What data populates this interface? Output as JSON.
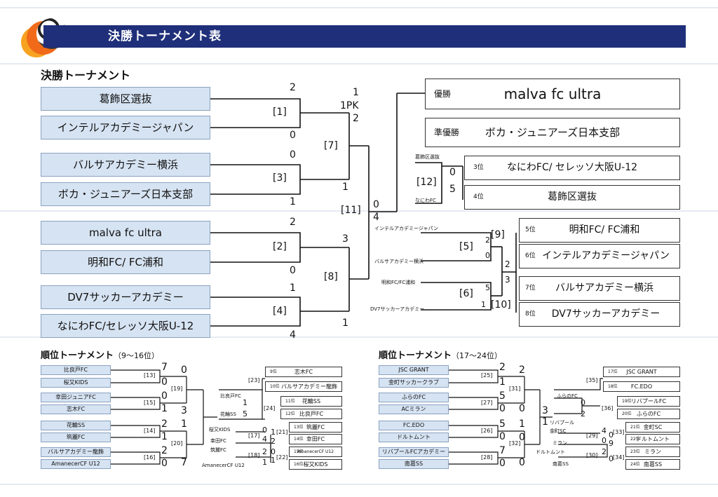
{
  "page": {
    "banner_title": "決勝トーナメント表"
  },
  "main": {
    "title": "決勝トーナメント",
    "teams": [
      "葛飾区選抜",
      "インテルアカデミージャパン",
      "バルサアカデミー横浜",
      "ボカ・ジュニアーズ日本支部",
      "malva fc ultra",
      "明和FC/ FC浦和",
      "DV7サッカーアカデミー",
      "なにわFC/セレッソ大阪U-12"
    ],
    "matches": [
      "[1]",
      "[3]",
      "[2]",
      "[4]",
      "[7]",
      "[8]",
      "[11]",
      "[12]",
      "[5]",
      "[6]",
      "[9]",
      "[10]"
    ],
    "scores": {
      "m1_top": "2",
      "m1_bot": "0",
      "m3_top": "0",
      "m3_bot": "1",
      "m2_top": "2",
      "m2_bot": "0",
      "m4_top": "1",
      "m4_bot": "4",
      "m7_top": "1",
      "m7_pk": "1PK",
      "m7_pk2": "2",
      "m7_bot": "1",
      "m8_top": "3",
      "m8_bot": "1",
      "m11_top": "0",
      "m11_bot": "4",
      "m12_top": "0",
      "m12_bot": "5",
      "m5_top": "2",
      "m5_bot": "0",
      "m6_top": "5",
      "m6_bot": "1",
      "m9_10_top": "2",
      "m9_10_bot": "3"
    },
    "loser_labels": {
      "m12_top": "葛飾区選抜",
      "m12_bot": "なにわFC",
      "m5_top": "インテルアカデミージャパン",
      "m5_bot": "バルサアカデミー横浜",
      "m6_top": "明和FC/FC浦和",
      "m6_bot": "DV7サッカーアカデミー"
    },
    "results": [
      {
        "rank": "優勝",
        "name": "malva fc ultra"
      },
      {
        "rank": "準優勝",
        "name": "ボカ・ジュニアーズ日本支部"
      },
      {
        "rank": "3位",
        "name": "なにわFC/ セレッソ大阪U-12"
      },
      {
        "rank": "4位",
        "name": "葛飾区選抜"
      },
      {
        "rank": "5位",
        "name": "明和FC/ FC浦和"
      },
      {
        "rank": "6位",
        "name": "インテルアカデミージャパン"
      },
      {
        "rank": "7位",
        "name": "バルサアカデミー横浜"
      },
      {
        "rank": "8位",
        "name": "DV7サッカーアカデミー"
      }
    ]
  },
  "left": {
    "title": "順位トーナメント",
    "subtitle": "（9〜16位）",
    "teams": [
      "比良戸FC",
      "桜又KIDS",
      "幸田ジュニアFC",
      "志木FC",
      "花輪SS",
      "筑麗FC",
      "バルサアカデミー龍飾",
      "AmanecerCF U12"
    ],
    "matches": [
      "[13]",
      "[15]",
      "[14]",
      "[16]",
      "[19]",
      "[20]",
      "[23]",
      "[24]",
      "[21]",
      "[17]",
      "[22]",
      "[18]"
    ],
    "scores": {
      "a": "7",
      "b": "0",
      "c": "0",
      "d": "1",
      "e": "2",
      "f": "1",
      "g": "2",
      "h": "0",
      "i": "0",
      "j": "3",
      "k": "1",
      "l": "7",
      "m": "1",
      "n": "5",
      "o": "0",
      "p": "4",
      "q": "1",
      "r": "2",
      "s": "2",
      "t": "0",
      "u": "1",
      "v": "1"
    },
    "labels": [
      "比良戸FC",
      "花輪SS",
      "桜又KIDS",
      "幸田FC",
      "筑麗FC",
      "AmanecerCF U12"
    ],
    "results": [
      {
        "rank": "9位",
        "name": "志木FC"
      },
      {
        "rank": "10位",
        "name": "バルサアカデミー龍飾"
      },
      {
        "rank": "11位",
        "name": "花輪SS"
      },
      {
        "rank": "12位",
        "name": "比良戸FC"
      },
      {
        "rank": "13位",
        "name": "筑麗FC"
      },
      {
        "rank": "14位",
        "name": "幸田FC"
      },
      {
        "rank": "15位",
        "name": "AmanecerCF U12"
      },
      {
        "rank": "16位",
        "name": "桜又KIDS"
      }
    ]
  },
  "right": {
    "title": "順位トーナメント",
    "subtitle": "（17〜24位）",
    "teams": [
      "JSC GRANT",
      "金町サッカークラブ",
      "ふらのFC",
      "ACミラン",
      "FC.EDO",
      "ドルトムント",
      "リバプールFCアカデミー",
      "南葛SS"
    ],
    "matches": [
      "[25]",
      "[27]",
      "[26]",
      "[28]",
      "[31]",
      "[32]",
      "[35]",
      "[36]",
      "[33]",
      "[29]",
      "[34]",
      "[30]"
    ],
    "scores": {
      "a": "2",
      "b": "2",
      "c": "1",
      "d": "5",
      "e": "0",
      "f": "0",
      "g": "0",
      "h": "5",
      "i": "1",
      "j": "0",
      "k": "7",
      "l": "0",
      "m": "0",
      "n": "3",
      "o": "1",
      "p": "0",
      "q": "2",
      "r": "4",
      "s": "0",
      "t": "0",
      "u": "9",
      "v": "2",
      "w": "0"
    },
    "labels": [
      "ふらのFC",
      "リバプール",
      "金町SC",
      "ミラン",
      "ドルトムント",
      "南葛SS"
    ],
    "results": [
      {
        "rank": "17位",
        "name": "JSC GRANT"
      },
      {
        "rank": "18位",
        "name": "FC.EDO"
      },
      {
        "rank": "19位",
        "name": "リバプールFC"
      },
      {
        "rank": "20位",
        "name": "ふらのFC"
      },
      {
        "rank": "21位",
        "name": "金町SC"
      },
      {
        "rank": "22位",
        "name": "ドルトムント"
      },
      {
        "rank": "23位",
        "name": "ミラン"
      },
      {
        "rank": "24位",
        "name": "南葛SS"
      }
    ]
  }
}
